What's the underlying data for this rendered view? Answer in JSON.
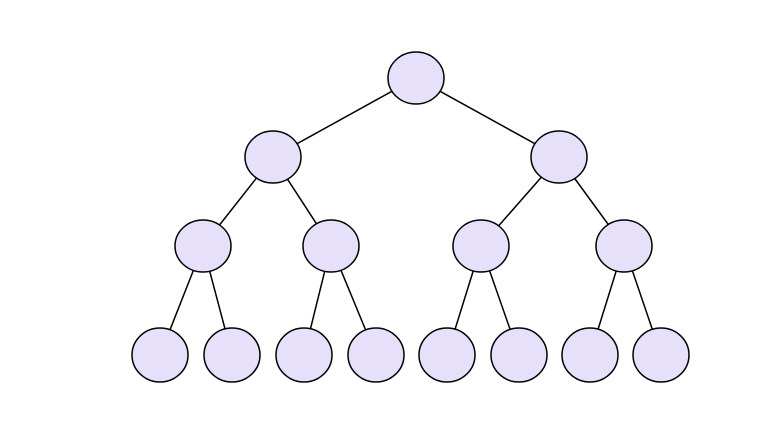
{
  "tree": {
    "node_fill": "#e6e0fa",
    "stroke_color": "#000000",
    "levels": 4,
    "branching": 2,
    "nodes": [
      {
        "id": "root",
        "level": 0
      },
      {
        "id": "n-l",
        "level": 1
      },
      {
        "id": "n-r",
        "level": 1
      },
      {
        "id": "n-ll",
        "level": 2
      },
      {
        "id": "n-lr",
        "level": 2
      },
      {
        "id": "n-rl",
        "level": 2
      },
      {
        "id": "n-rr",
        "level": 2
      },
      {
        "id": "n-lll",
        "level": 3
      },
      {
        "id": "n-llr",
        "level": 3
      },
      {
        "id": "n-lrl",
        "level": 3
      },
      {
        "id": "n-lrr",
        "level": 3
      },
      {
        "id": "n-rll",
        "level": 3
      },
      {
        "id": "n-rlr",
        "level": 3
      },
      {
        "id": "n-rrl",
        "level": 3
      },
      {
        "id": "n-rrr",
        "level": 3
      }
    ],
    "edges": [
      [
        "root",
        "n-l"
      ],
      [
        "root",
        "n-r"
      ],
      [
        "n-l",
        "n-ll"
      ],
      [
        "n-l",
        "n-lr"
      ],
      [
        "n-r",
        "n-rl"
      ],
      [
        "n-r",
        "n-rr"
      ],
      [
        "n-ll",
        "n-lll"
      ],
      [
        "n-ll",
        "n-llr"
      ],
      [
        "n-lr",
        "n-lrl"
      ],
      [
        "n-lr",
        "n-lrr"
      ],
      [
        "n-rl",
        "n-rll"
      ],
      [
        "n-rl",
        "n-rlr"
      ],
      [
        "n-rr",
        "n-rrl"
      ],
      [
        "n-rr",
        "n-rrr"
      ]
    ]
  }
}
